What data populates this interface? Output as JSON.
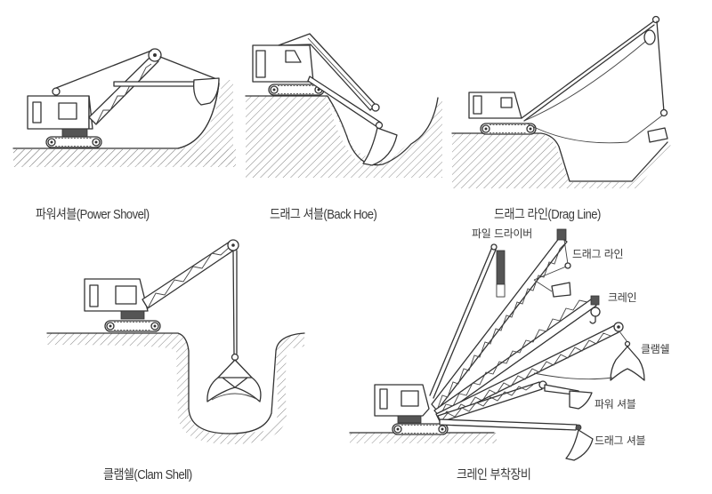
{
  "figures": [
    {
      "id": "power-shovel",
      "caption": "파워셔블(Power Shovel)"
    },
    {
      "id": "back-hoe",
      "caption": "드래그 셔블(Back Hoe)"
    },
    {
      "id": "drag-line",
      "caption": "드래그 라인(Drag Line)"
    },
    {
      "id": "clam-shell",
      "caption": "클램쉘(Clam Shell)"
    },
    {
      "id": "crane-attachments",
      "caption": "크레인 부착장비",
      "labels": {
        "pile_driver": "파일 드라이버",
        "drag_line": "드래그 라인",
        "crane": "크레인",
        "clam_shell": "클램쉘",
        "power_shovel": "파워 셔블",
        "drag_shovel": "드래그 셔블"
      }
    }
  ],
  "colors": {
    "line": "#333333",
    "hatch": "#888888",
    "background": "#ffffff"
  }
}
